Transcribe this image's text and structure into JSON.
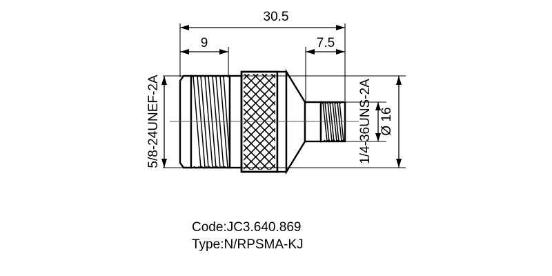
{
  "drawing": {
    "title": "RF coaxial adapter technical drawing",
    "units": "mm",
    "dimensions": {
      "overall_length": "30.5",
      "left_thread_length": "9",
      "right_thread_length": "7.5",
      "body_diameter": "Ø 16"
    },
    "thread_specs": {
      "left": "5/8-24UNEF-2A",
      "right": "1/4-36UNS-2A"
    },
    "parts": {
      "left_connector": "n-type-female-thread",
      "knurled_body": "knurled-hex-body",
      "taper": "tapered-shoulder",
      "right_connector": "rpsma-jack-thread"
    }
  },
  "caption": {
    "code_line": "Code:JC3.640.869",
    "type_line": "Type:N/RPSMA-KJ"
  },
  "colors": {
    "line": "#000000",
    "background": "#ffffff",
    "centerline": "#555555"
  }
}
